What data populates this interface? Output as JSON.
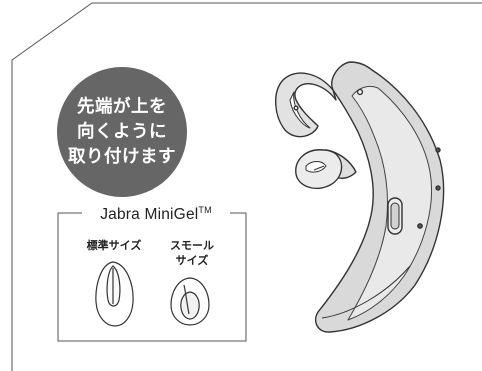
{
  "badge": {
    "lines": [
      "先端が上を",
      "向くように",
      "取り付けます"
    ],
    "color": "#666666"
  },
  "legend": {
    "title": "Jabra MiniGel",
    "tm": "TM",
    "standard_size": "標準サイズ",
    "small_size_line1": "スモール",
    "small_size_line2": "サイズ"
  },
  "colors": {
    "outline": "#3a3a3a",
    "headset_fill": "#d9d9d9",
    "background": "#ffffff"
  },
  "icons": [
    "headset-illustration",
    "eargel-standard-icon",
    "eargel-small-icon"
  ]
}
